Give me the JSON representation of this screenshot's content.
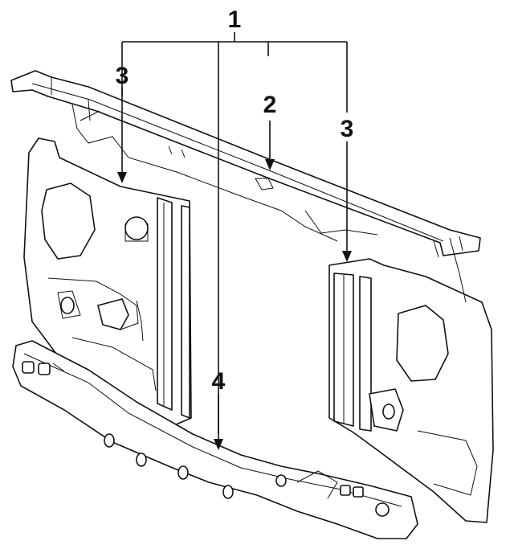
{
  "callouts": {
    "c1": "1",
    "c2": "2",
    "c3_left": "3",
    "c3_right": "3",
    "c4": "4"
  },
  "colors": {
    "ink": "#111111",
    "paper": "#ffffff"
  }
}
